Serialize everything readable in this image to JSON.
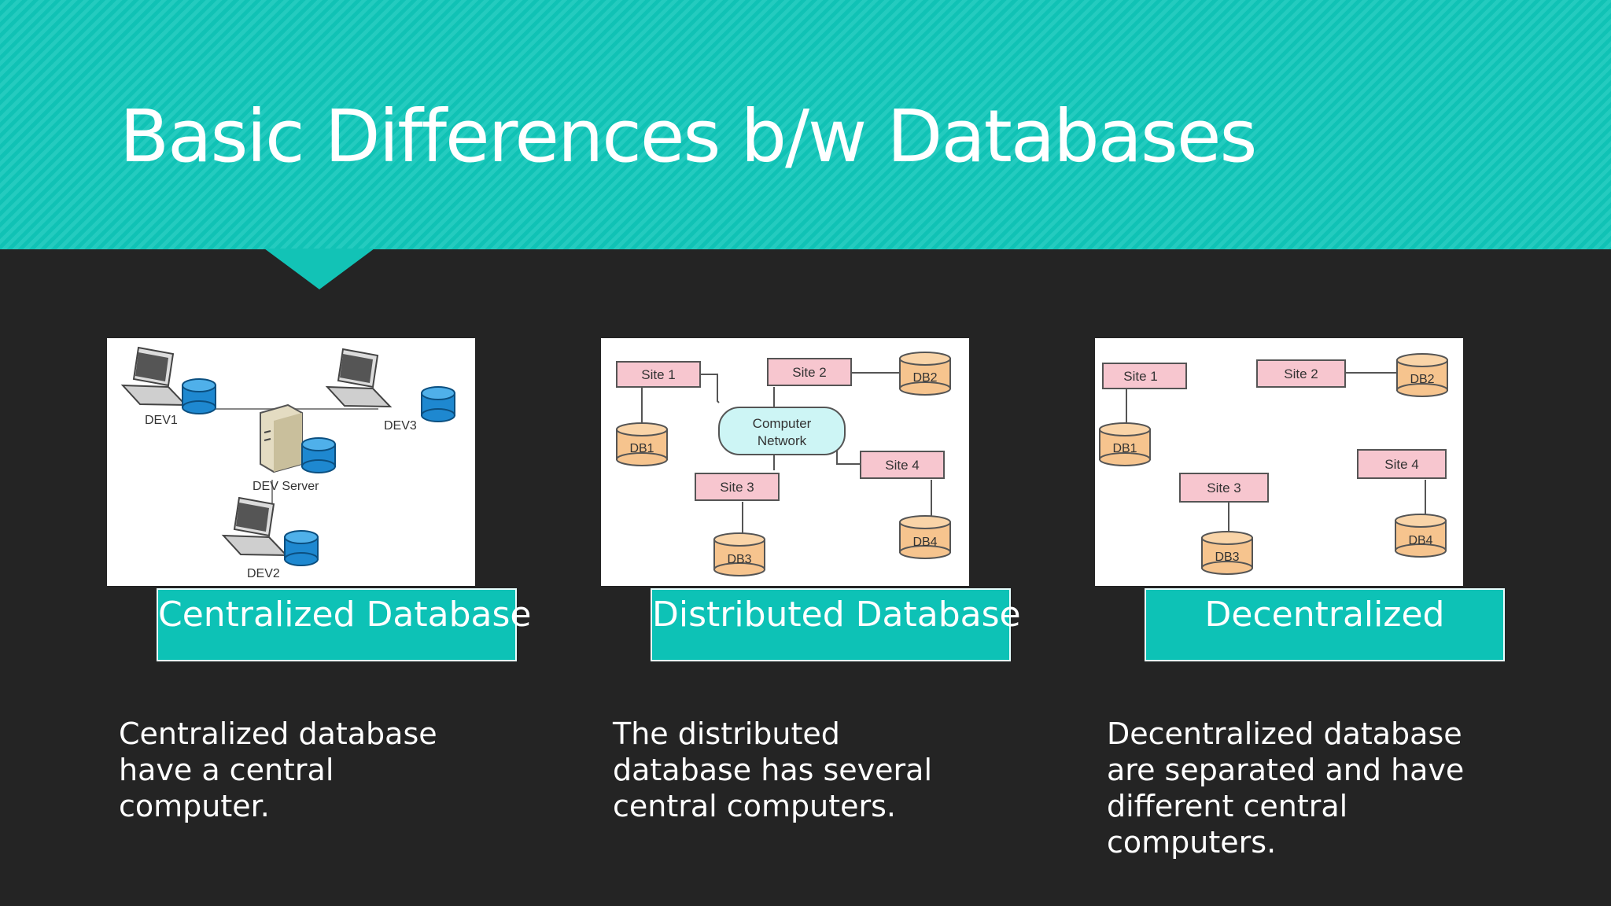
{
  "slide": {
    "title": "Basic Differences b/w Databases"
  },
  "columns": [
    {
      "label": "Centralized Database",
      "description": "Centralized database have a central computer.",
      "diagram": {
        "nodes": [
          "DEV1",
          "DEV3",
          "DEV Server",
          "DEV2"
        ]
      }
    },
    {
      "label": "Distributed Database",
      "description": "The distributed database has several central computers.",
      "diagram": {
        "network_label_1": "Computer",
        "network_label_2": "Network",
        "sites": [
          "Site 1",
          "Site 2",
          "Site 3",
          "Site 4"
        ],
        "dbs": [
          "DB1",
          "DB2",
          "DB3",
          "DB4"
        ]
      }
    },
    {
      "label": "Decentralized",
      "description": "Decentralized database are separated and have different central computers.",
      "diagram": {
        "sites": [
          "Site 1",
          "Site 2",
          "Site 3",
          "Site 4"
        ],
        "dbs": [
          "DB1",
          "DB2",
          "DB3",
          "DB4"
        ]
      }
    }
  ],
  "colors": {
    "banner": "#10c2b5",
    "background": "#242424",
    "label_box": "#0dc2b6",
    "site_box": "#f7c6cf",
    "db_cylinder": "#f6c48e",
    "network_cloud": "#cdf5f5",
    "laptop_db": "#1e88d0"
  }
}
